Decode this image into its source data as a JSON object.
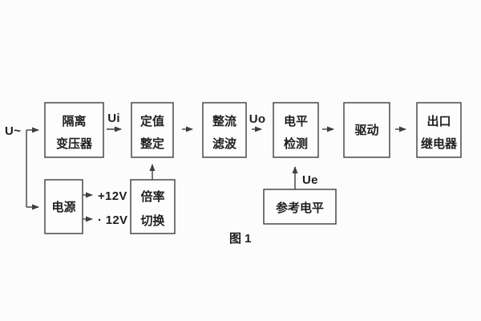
{
  "figure": {
    "caption": "图 1",
    "input_signal": "U~",
    "signal_labels": {
      "ui": "Ui",
      "uo": "Uo",
      "ue": "Ue"
    },
    "power_rails": {
      "positive": "+12V",
      "negative": "· 12V"
    },
    "blocks": {
      "isolation_transformer": {
        "line1": "隔离",
        "line2": "变压器"
      },
      "setpoint_setting": {
        "line1": "定值",
        "line2": "整定"
      },
      "rectifier_filter": {
        "line1": "整流",
        "line2": "滤波"
      },
      "level_detection": {
        "line1": "电平",
        "line2": "检测"
      },
      "driver": {
        "line1": "驱动"
      },
      "output_relay": {
        "line1": "出口",
        "line2": "继电器"
      },
      "power_supply": {
        "line1": "电源"
      },
      "ratio_switch": {
        "line1": "倍率",
        "line2": "切换"
      },
      "reference_level": {
        "line1": "参考电平"
      }
    },
    "colors": {
      "line": "#3e3e3e",
      "text": "#1e1e1e",
      "background": "#fcfcfc"
    }
  }
}
